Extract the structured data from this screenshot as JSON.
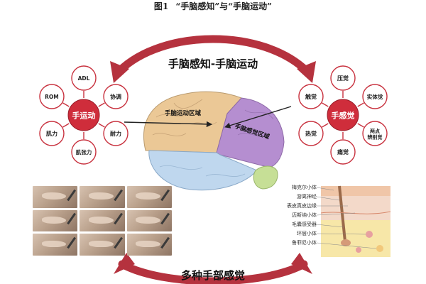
{
  "caption": {
    "figure_no": "图1",
    "title": "“手脑感知”与“手脑运动”"
  },
  "top_arrow_label": "手脑感知-手脑运动",
  "bottom_arrow_label": "多种手部感觉",
  "brain": {
    "motor_label": "手脑运动区域",
    "sensory_label": "手脑感觉区域"
  },
  "motor_cluster": {
    "center": "手运动",
    "items": [
      "ADL",
      "协调",
      "耐力",
      "肌张力",
      "肌力",
      "ROM"
    ]
  },
  "sensory_cluster": {
    "center": "手感觉",
    "items": [
      "压觉",
      "实体觉",
      "两点辨别觉",
      "痛觉",
      "热觉",
      "触觉"
    ]
  },
  "skin_labels": [
    "梅克尔小体",
    "游离神经",
    "表皮真皮边缘",
    "迈斯纳小体",
    "毛囊感受器",
    "环层小体",
    "鲁菲尼小体"
  ],
  "colors": {
    "arrow": "#b5323e",
    "node_stroke": "#c8313e",
    "center_fill": "#cf2d3b",
    "frontal": "#ebc896",
    "parietal": "#b58ed0",
    "temporal": "#bfd7ee",
    "cerebellum": "#c6df96"
  }
}
